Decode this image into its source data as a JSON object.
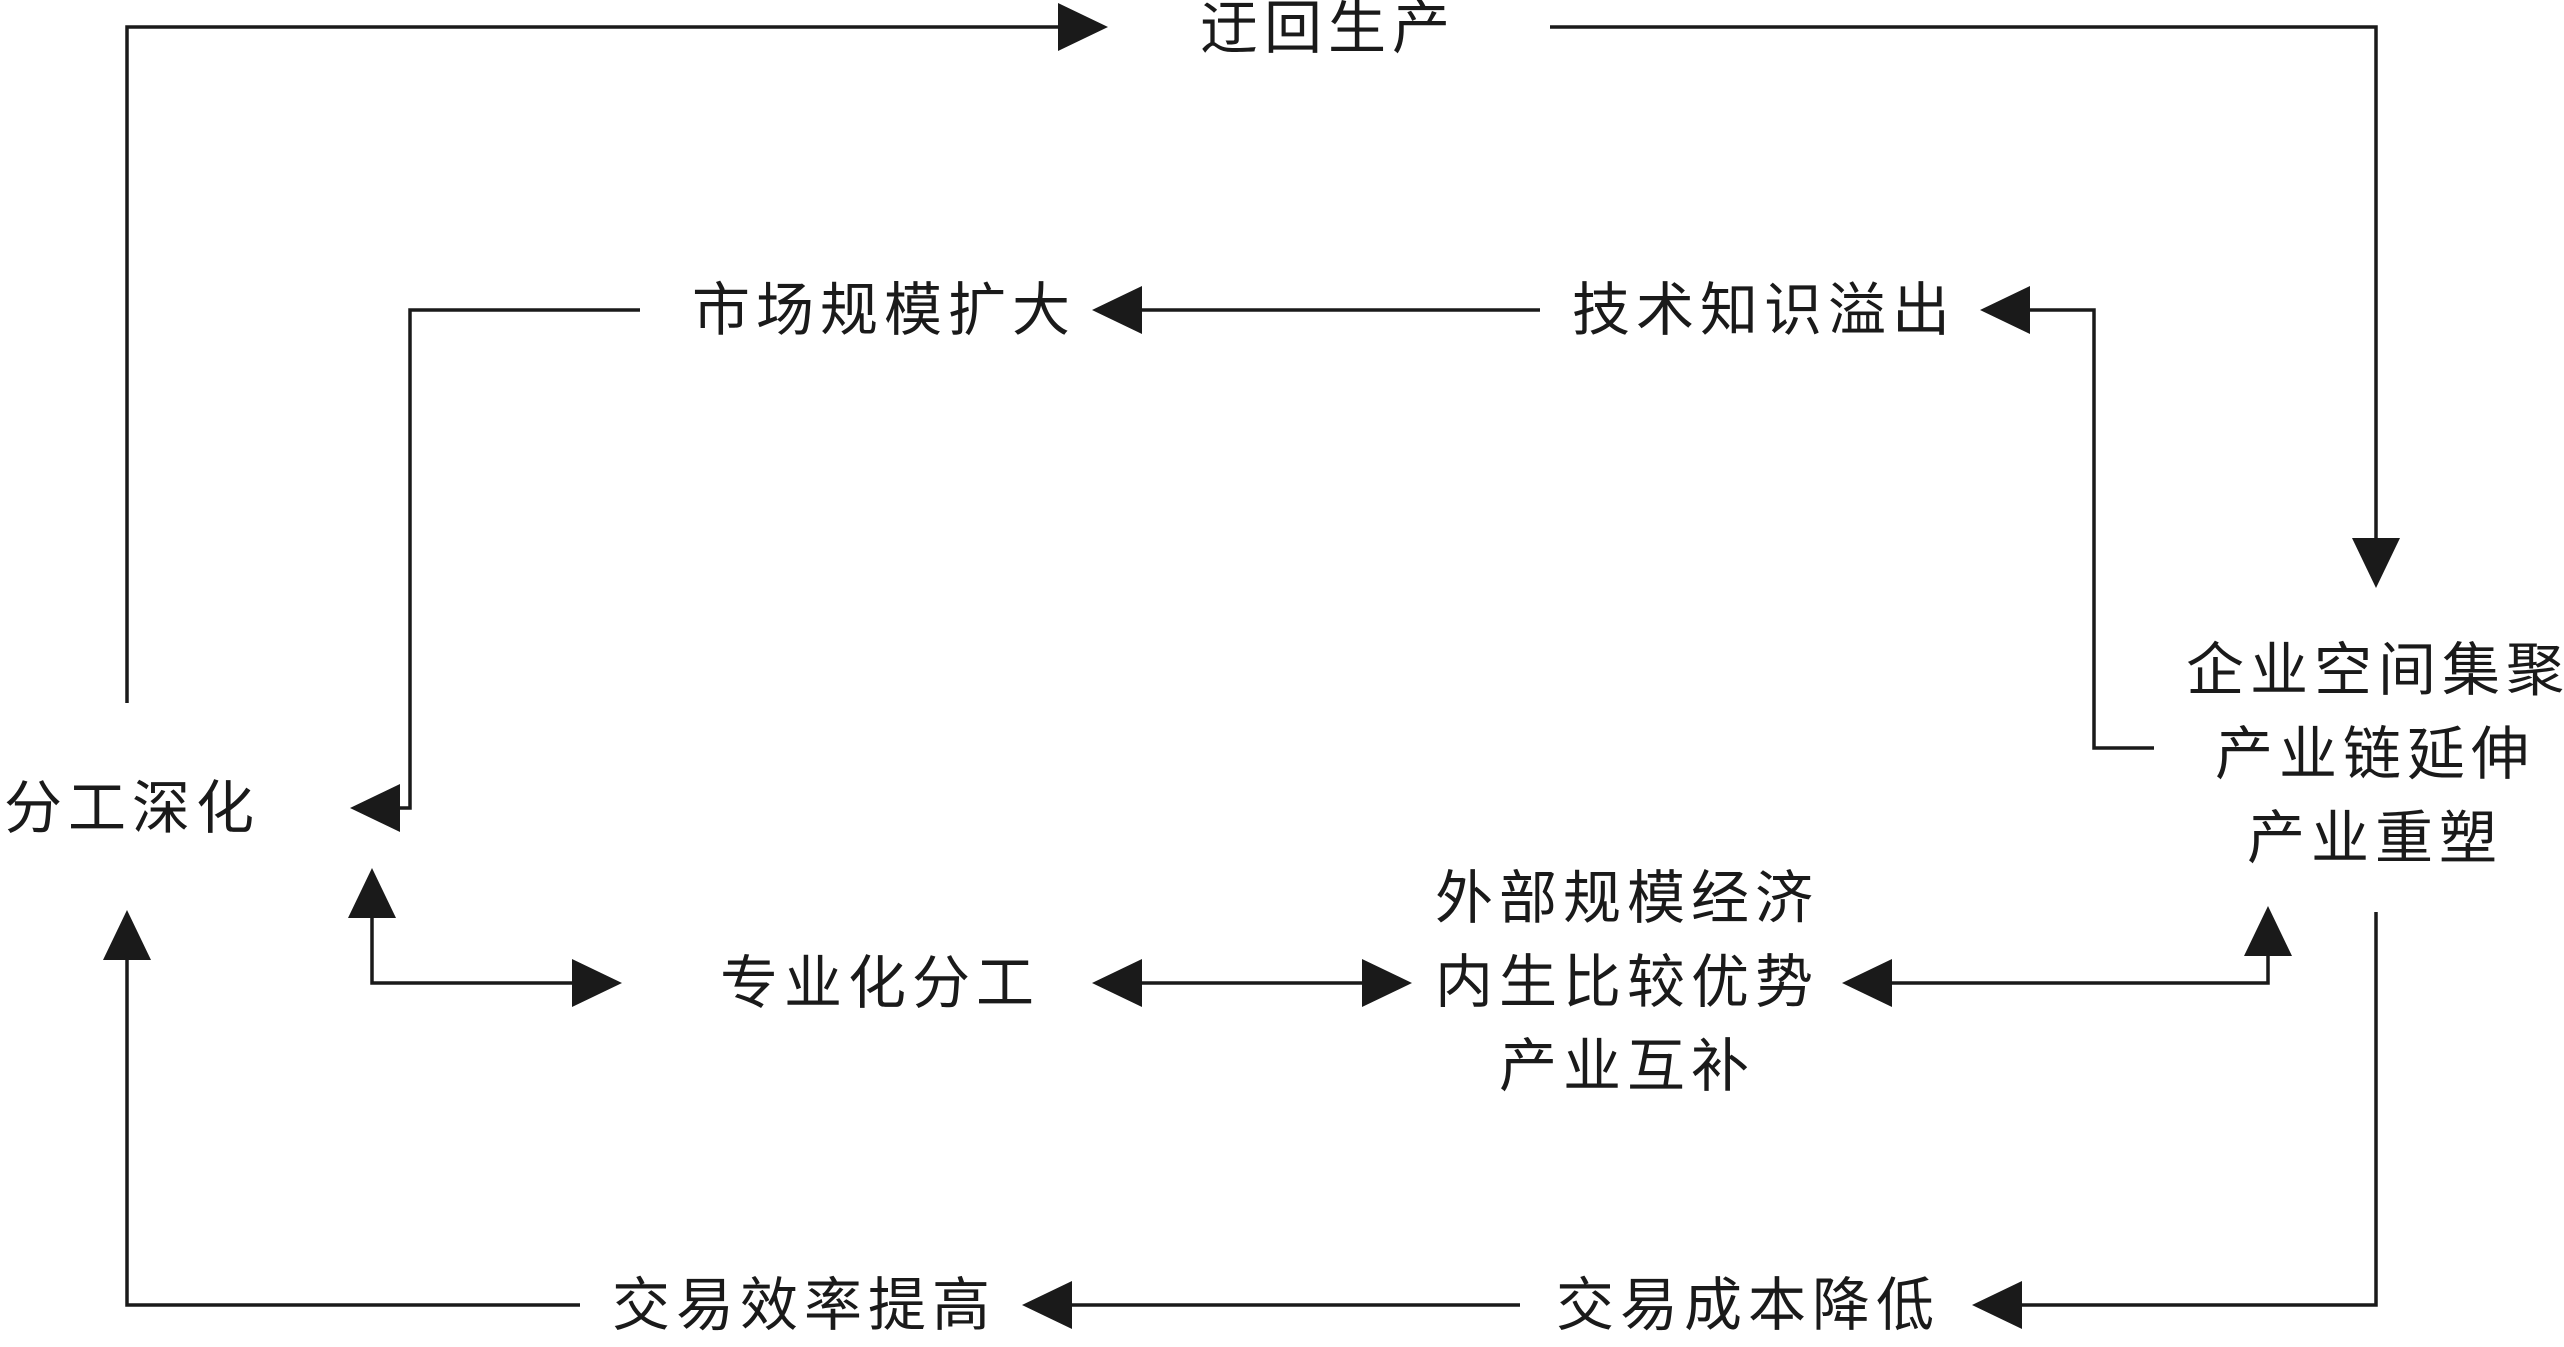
{
  "nodes": {
    "roundabout": "迂回生产",
    "market": "市场规模扩大",
    "spillover": "技术知识溢出",
    "cluster": [
      "企业空间集聚",
      "产业链延伸",
      "产业重塑"
    ],
    "division": "分工深化",
    "specialization": "专业化分工",
    "external": [
      "外部规模经济",
      "内生比较优势",
      "产业互补"
    ],
    "efficiency": "交易效率提高",
    "cost": "交易成本降低"
  }
}
